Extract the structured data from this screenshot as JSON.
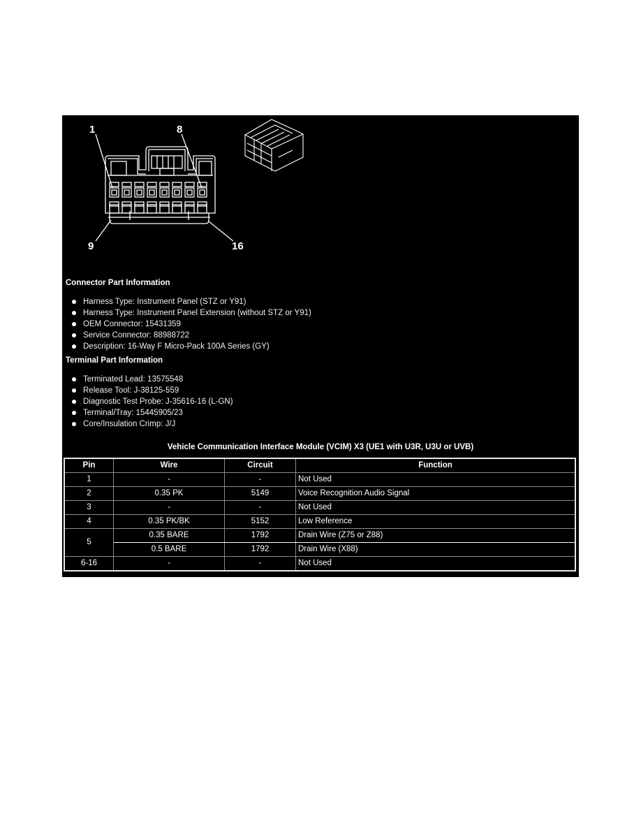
{
  "diagram": {
    "callouts": [
      "1",
      "8",
      "9",
      "16"
    ],
    "connector_icon": "16-way-connector-face-view",
    "iso_icon": "connector-isometric-view"
  },
  "connector_part_info": {
    "title": "Connector Part Information",
    "items": [
      "Harness Type: Instrument Panel (STZ or Y91)",
      "Harness Type: Instrument Panel Extension (without STZ or Y91)",
      "OEM Connector: 15431359",
      "Service Connector: 88988722",
      "Description: 16-Way F Micro-Pack 100A Series (GY)"
    ]
  },
  "terminal_part_info": {
    "title": "Terminal Part Information",
    "items": [
      "Terminated Lead: 13575548",
      "Release Tool: J-38125-559",
      "Diagnostic Test Probe: J-35616-16 (L-GN)",
      "Terminal/Tray: 15445905/23",
      "Core/Insulation Crimp: J/J"
    ]
  },
  "pin_table": {
    "title": "Vehicle Communication Interface Module (VCIM) X3 (UE1 with U3R, U3U or UVB)",
    "headers": [
      "Pin",
      "Wire",
      "Circuit",
      "Function"
    ],
    "rows": [
      {
        "pin": "1",
        "wire": "-",
        "circuit": "-",
        "function": "Not Used"
      },
      {
        "pin": "2",
        "wire": "0.35 PK",
        "circuit": "5149",
        "function": "Voice Recognition Audio Signal"
      },
      {
        "pin": "3",
        "wire": "-",
        "circuit": "-",
        "function": "Not Used"
      },
      {
        "pin": "4",
        "wire": "0.35 PK/BK",
        "circuit": "5152",
        "function": "Low Reference"
      },
      {
        "pin": "5",
        "wire": "0.35 BARE",
        "circuit": "1792",
        "function": "Drain Wire (Z75 or Z88)"
      },
      {
        "pin": "5",
        "wire": "0.5 BARE",
        "circuit": "1792",
        "function": "Drain Wire (X88)"
      },
      {
        "pin": "6-16",
        "wire": "-",
        "circuit": "-",
        "function": "Not Used"
      }
    ]
  },
  "colors": {
    "panel_bg": "#000000",
    "text": "#ffffff",
    "page_bg": "#ffffff"
  }
}
